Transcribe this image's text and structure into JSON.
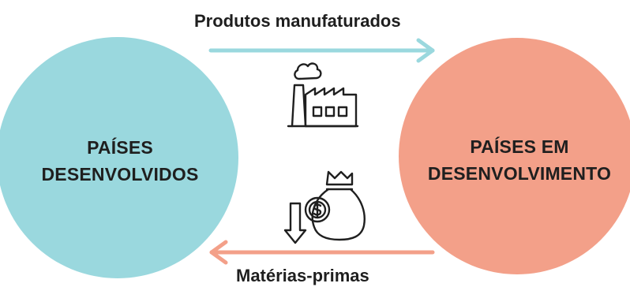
{
  "diagram": {
    "left_node": {
      "label": "PAÍSES\nDESENVOLVIDOS",
      "color": "#9ad8de"
    },
    "right_node": {
      "label": "PAÍSES EM\nDESENVOLVIMENTO",
      "color": "#f3a089"
    },
    "top_flow": {
      "label": "Produtos manufaturados",
      "direction": "left-to-right",
      "color": "#9ad8de",
      "icon": "factory-icon"
    },
    "bottom_flow": {
      "label": "Matérias-primas",
      "direction": "right-to-left",
      "color": "#f3a089",
      "icon": "money-bag-down-icon"
    }
  }
}
